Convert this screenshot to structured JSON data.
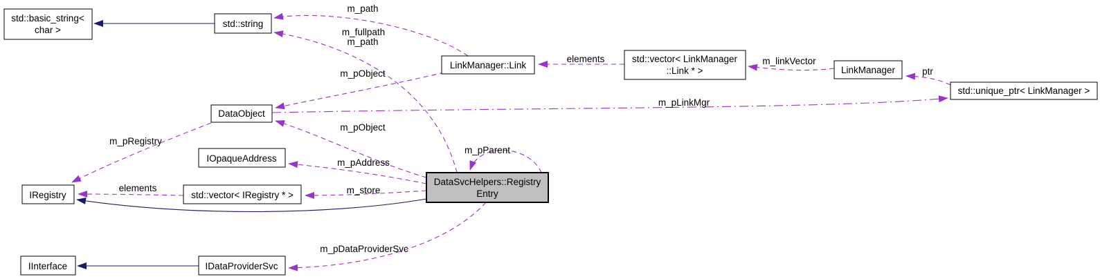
{
  "diagram": {
    "type": "doxygen-collaboration-graph",
    "colors": {
      "usage_edge": "#9a32cd",
      "inheritance_edge": "#191970",
      "node_fill": "#ffffff",
      "selected_node_fill": "#bfbfbf",
      "node_border": "#000000"
    },
    "nodes": {
      "basic_string": {
        "line1": "std::basic_string<",
        "line2": "char >"
      },
      "string": {
        "line1": "std::string"
      },
      "link": {
        "line1": "LinkManager::Link"
      },
      "vector_link": {
        "line1": "std::vector< LinkManager",
        "line2": "::Link * >"
      },
      "link_manager": {
        "line1": "LinkManager"
      },
      "unique_ptr": {
        "line1": "std::unique_ptr< LinkManager >"
      },
      "data_object": {
        "line1": "DataObject"
      },
      "iopaque_address": {
        "line1": "IOpaqueAddress"
      },
      "iregistry": {
        "line1": "IRegistry"
      },
      "vector_iregistry": {
        "line1": "std::vector< IRegistry * >"
      },
      "registry_entry": {
        "line1": "DataSvcHelpers::Registry",
        "line2": "Entry"
      },
      "iinterface": {
        "line1": "IInterface"
      },
      "idataprovider": {
        "line1": "IDataProviderSvc"
      }
    },
    "labels": {
      "m_path_top": "m_path",
      "m_fullpath": "m_fullpath",
      "m_path_2": "m_path",
      "m_pObject_link": "m_pObject",
      "m_pObject_re": "m_pObject",
      "m_pLinkMgr": "m_pLinkMgr",
      "m_pRegistry": "m_pRegistry",
      "m_pParent": "m_pParent",
      "m_pAddress": "m_pAddress",
      "m_store": "m_store",
      "elements_left": "elements",
      "elements_right": "elements",
      "m_linkVector": "m_linkVector",
      "ptr": "ptr",
      "m_pDataProviderSvc": "m_pDataProviderSvc"
    }
  }
}
